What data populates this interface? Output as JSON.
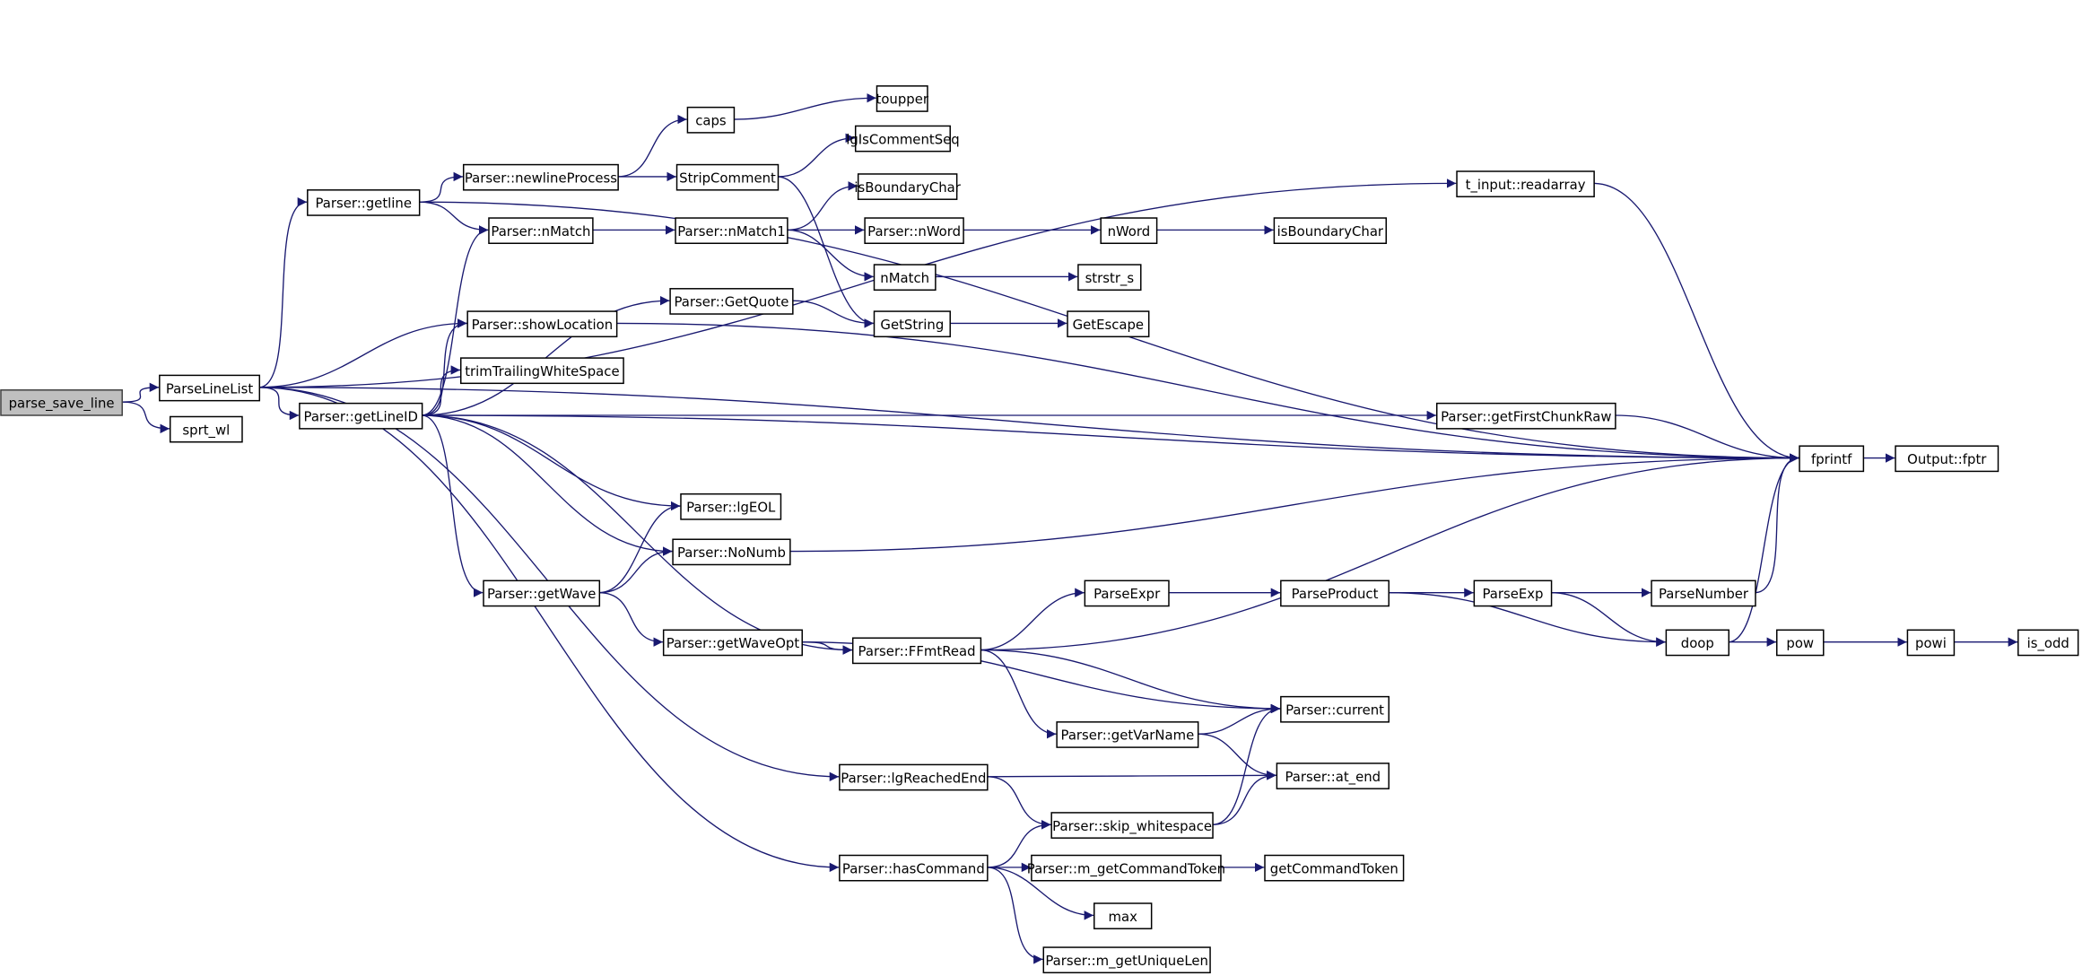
{
  "colors": {
    "edge": "#191970",
    "root_fill": "#bfbfbf",
    "node_fill": "#ffffff",
    "border": "#000000"
  },
  "root": "parse_save_line",
  "nodes": {
    "parse_save_line": "parse_save_line",
    "ParseLineList": "ParseLineList",
    "sprt_wl": "sprt_wl",
    "getline": "Parser::getline",
    "newlineProcess": "Parser::newlineProcess",
    "pnMatch": "Parser::nMatch",
    "showLocation": "Parser::showLocation",
    "trimTrailingWhiteSpace": "trimTrailingWhiteSpace",
    "getLineID": "Parser::getLineID",
    "caps": "caps",
    "toupper": "toupper",
    "StripComment": "StripComment",
    "lgIsCommentSeq": "lgIsCommentSeq",
    "isBoundaryChar1": "isBoundaryChar",
    "nMatch1": "Parser::nMatch1",
    "pnWord": "Parser::nWord",
    "nWord": "nWord",
    "isBoundaryChar2": "isBoundaryChar",
    "nMatch": "nMatch",
    "strstr_s": "strstr_s",
    "GetQuote": "Parser::GetQuote",
    "GetString": "GetString",
    "GetEscape": "GetEscape",
    "readarray": "t_input::readarray",
    "getFirstChunkRaw": "Parser::getFirstChunkRaw",
    "fprintf": "fprintf",
    "fptr": "Output::fptr",
    "lgEOL": "Parser::lgEOL",
    "NoNumb": "Parser::NoNumb",
    "getWave": "Parser::getWave",
    "getWaveOpt": "Parser::getWaveOpt",
    "ParseExpr": "ParseExpr",
    "ParseProduct": "ParseProduct",
    "ParseExp": "ParseExp",
    "ParseNumber": "ParseNumber",
    "doop": "doop",
    "pow": "pow",
    "powi": "powi",
    "is_odd": "is_odd",
    "FFmtRead": "Parser::FFmtRead",
    "current": "Parser::current",
    "getVarName": "Parser::getVarName",
    "at_end": "Parser::at_end",
    "lgReachedEnd": "Parser::lgReachedEnd",
    "skip_whitespace": "Parser::skip_whitespace",
    "hasCommand": "Parser::hasCommand",
    "m_getCommandToken": "Parser::m_getCommandToken",
    "getCommandToken": "getCommandToken",
    "max": "max",
    "m_getUniqueLen": "Parser::m_getUniqueLen"
  },
  "edges": [
    [
      "parse_save_line",
      "ParseLineList"
    ],
    [
      "parse_save_line",
      "sprt_wl"
    ],
    [
      "ParseLineList",
      "getline"
    ],
    [
      "ParseLineList",
      "showLocation"
    ],
    [
      "ParseLineList",
      "getLineID"
    ],
    [
      "ParseLineList",
      "fprintf"
    ],
    [
      "ParseLineList",
      "readarray"
    ],
    [
      "ParseLineList",
      "lgReachedEnd"
    ],
    [
      "ParseLineList",
      "hasCommand"
    ],
    [
      "getline",
      "newlineProcess"
    ],
    [
      "getline",
      "pnMatch"
    ],
    [
      "getline",
      "fprintf"
    ],
    [
      "newlineProcess",
      "caps"
    ],
    [
      "newlineProcess",
      "StripComment"
    ],
    [
      "caps",
      "toupper"
    ],
    [
      "StripComment",
      "lgIsCommentSeq"
    ],
    [
      "StripComment",
      "GetString"
    ],
    [
      "pnMatch",
      "nMatch1"
    ],
    [
      "nMatch1",
      "isBoundaryChar1"
    ],
    [
      "nMatch1",
      "pnWord"
    ],
    [
      "nMatch1",
      "nMatch"
    ],
    [
      "pnWord",
      "nWord"
    ],
    [
      "nWord",
      "isBoundaryChar2"
    ],
    [
      "nMatch",
      "strstr_s"
    ],
    [
      "GetQuote",
      "GetString"
    ],
    [
      "GetString",
      "GetEscape"
    ],
    [
      "showLocation",
      "fprintf"
    ],
    [
      "getLineID",
      "pnMatch"
    ],
    [
      "getLineID",
      "GetQuote"
    ],
    [
      "getLineID",
      "showLocation"
    ],
    [
      "getLineID",
      "trimTrailingWhiteSpace"
    ],
    [
      "getLineID",
      "getFirstChunkRaw"
    ],
    [
      "getLineID",
      "fprintf"
    ],
    [
      "getLineID",
      "lgEOL"
    ],
    [
      "getLineID",
      "NoNumb"
    ],
    [
      "getLineID",
      "getWave"
    ],
    [
      "getLineID",
      "FFmtRead"
    ],
    [
      "getFirstChunkRaw",
      "fprintf"
    ],
    [
      "readarray",
      "fprintf"
    ],
    [
      "fprintf",
      "fptr"
    ],
    [
      "NoNumb",
      "fprintf"
    ],
    [
      "getWave",
      "lgEOL"
    ],
    [
      "getWave",
      "NoNumb"
    ],
    [
      "getWave",
      "getWaveOpt"
    ],
    [
      "getWaveOpt",
      "FFmtRead"
    ],
    [
      "getWaveOpt",
      "current"
    ],
    [
      "FFmtRead",
      "fprintf"
    ],
    [
      "FFmtRead",
      "ParseExpr"
    ],
    [
      "FFmtRead",
      "current"
    ],
    [
      "FFmtRead",
      "getVarName"
    ],
    [
      "ParseExpr",
      "ParseProduct"
    ],
    [
      "ParseProduct",
      "ParseExp"
    ],
    [
      "ParseProduct",
      "doop"
    ],
    [
      "ParseExp",
      "ParseNumber"
    ],
    [
      "ParseExp",
      "doop"
    ],
    [
      "ParseNumber",
      "fprintf"
    ],
    [
      "doop",
      "fprintf"
    ],
    [
      "doop",
      "pow"
    ],
    [
      "pow",
      "powi"
    ],
    [
      "powi",
      "is_odd"
    ],
    [
      "getVarName",
      "current"
    ],
    [
      "getVarName",
      "at_end"
    ],
    [
      "lgReachedEnd",
      "at_end"
    ],
    [
      "lgReachedEnd",
      "skip_whitespace"
    ],
    [
      "skip_whitespace",
      "current"
    ],
    [
      "skip_whitespace",
      "at_end"
    ],
    [
      "hasCommand",
      "skip_whitespace"
    ],
    [
      "hasCommand",
      "m_getCommandToken"
    ],
    [
      "hasCommand",
      "max"
    ],
    [
      "hasCommand",
      "m_getUniqueLen"
    ],
    [
      "m_getCommandToken",
      "getCommandToken"
    ]
  ]
}
